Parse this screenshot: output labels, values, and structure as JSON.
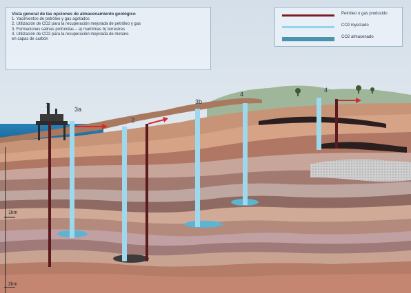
{
  "panel": {
    "title": "Vista general de las opciones de almacenamiento geológico",
    "items": [
      "1. Yacimientos de petróleo y gas agotados",
      "2. Utilización de CO2 para la recuperación mejorada de petróleo y gas",
      "3. Formaciones salinas profundas – a) marítimas b) terrestres",
      "4. Utilización de CO2 para la recuperación mejorada de metano",
      "    en capas de carbón"
    ]
  },
  "legend": [
    {
      "label": "Petróleo o gas producido",
      "color": "#7b1d24"
    },
    {
      "label": "CO2 inyectado",
      "color": "#7fd0ea"
    },
    {
      "label": "CO2 almacenado",
      "color": "#4a93ad"
    }
  ],
  "well_labels": {
    "w1": "1",
    "w2": "2",
    "w3a": "3a",
    "w3b": "3b",
    "w4": "4",
    "w5": "4"
  },
  "depth_labels": {
    "d1": "1km",
    "d2": "2km"
  },
  "colors": {
    "sea": "#1f72a6",
    "sky": "#dfe7ee",
    "hill": "#8ea98a",
    "oil": "#7b1d24",
    "co2": "#8fd5ec",
    "co2_stored": "#5ab4d2",
    "arrow": "#d8282b"
  }
}
